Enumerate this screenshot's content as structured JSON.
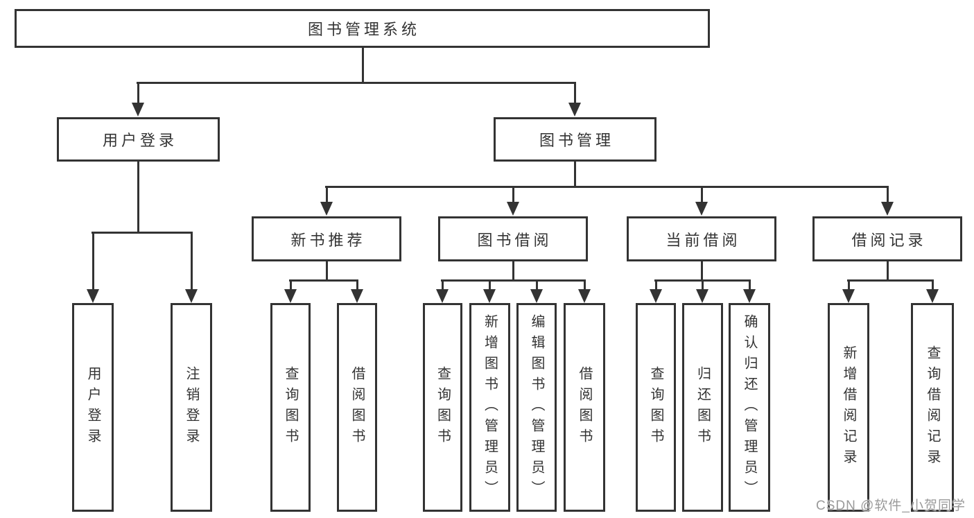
{
  "diagram": {
    "title": "图书管理系统",
    "root": {
      "label": "图书管理系统"
    },
    "level2": [
      {
        "label": "用户登录"
      },
      {
        "label": "图书管理"
      }
    ],
    "level3": [
      {
        "label": "新书推荐",
        "parent": "图书管理"
      },
      {
        "label": "图书借阅",
        "parent": "图书管理"
      },
      {
        "label": "当前借阅",
        "parent": "图书管理"
      },
      {
        "label": "借阅记录",
        "parent": "图书管理"
      }
    ],
    "leaves": [
      {
        "label": "用户登录",
        "parent": "用户登录"
      },
      {
        "label": "注销登录",
        "parent": "用户登录"
      },
      {
        "label": "查询图书",
        "parent": "新书推荐"
      },
      {
        "label": "借阅图书",
        "parent": "新书推荐"
      },
      {
        "label": "查询图书",
        "parent": "图书借阅"
      },
      {
        "label": "新增图书（管理员）",
        "parent": "图书借阅"
      },
      {
        "label": "编辑图书（管理员）",
        "parent": "图书借阅"
      },
      {
        "label": "借阅图书",
        "parent": "图书借阅"
      },
      {
        "label": "查询图书",
        "parent": "当前借阅"
      },
      {
        "label": "归还图书",
        "parent": "当前借阅"
      },
      {
        "label": "确认归还（管理员）",
        "parent": "当前借阅"
      },
      {
        "label": "新增借阅记录",
        "parent": "借阅记录"
      },
      {
        "label": "查询借阅记录",
        "parent": "借阅记录"
      }
    ]
  },
  "watermark": {
    "text": "CSDN @软件_小贺同学"
  },
  "colors": {
    "line": "#333333",
    "text": "#333333",
    "background": "#ffffff",
    "watermark": "#9a9a9a"
  }
}
